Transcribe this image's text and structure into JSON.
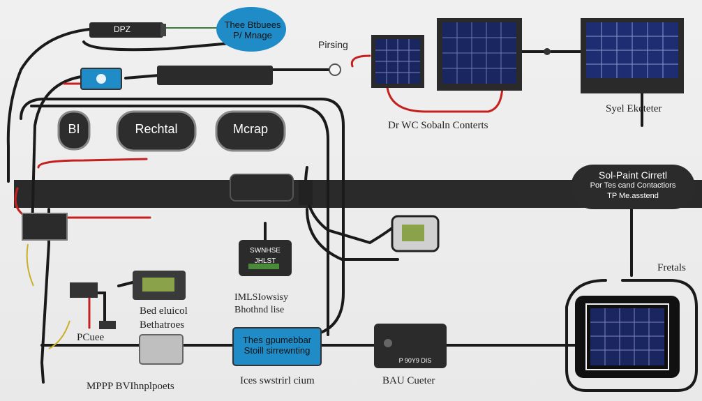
{
  "labels": {
    "blue_bubble_line1": "Thee Btbuees",
    "blue_bubble_line2": "P/ Mnage",
    "top_device": "DPZ",
    "pill_left": "BI",
    "pill_mid": "Rechtal",
    "pill_right": "Mcrap",
    "pairing": "Pirsing",
    "controllers": "Dr WC Sobaln Conterts",
    "syer_eketeter": "Syel Eketeter",
    "callout_line1": "Sol-Paint Cirretl",
    "callout_line2": "Por Tes cand Contactiors",
    "callout_line3": "TP Me.asstend",
    "fretals": "Fretals",
    "bead_line1": "Bed eluicol",
    "bead_line2": "Bethatroes",
    "pcuee": "PCuee",
    "mppt": "MPPP BVIhnplpoets",
    "vertical_device_line1": "IMLSIowsisy",
    "vertical_device_line2": "Bhothnd lise",
    "blue_box_line1": "Thes gpumebbar",
    "blue_box_line2": "Stoill sirrewnting",
    "under_blue_box": "Ices swstrirl cium",
    "bau_cueter": "BAU Cueter",
    "box_device_text": "SWNHSE JHLST",
    "box_device_small": "P 90Y9 DIS"
  },
  "colors": {
    "accent_blue": "#1f8cc7",
    "dark_panel": "#2b2b2b",
    "cable": "#1a1a1a",
    "red_wire": "#c42020",
    "solar_cell": "#1a2660",
    "lcd_green": "#8aa34a"
  }
}
